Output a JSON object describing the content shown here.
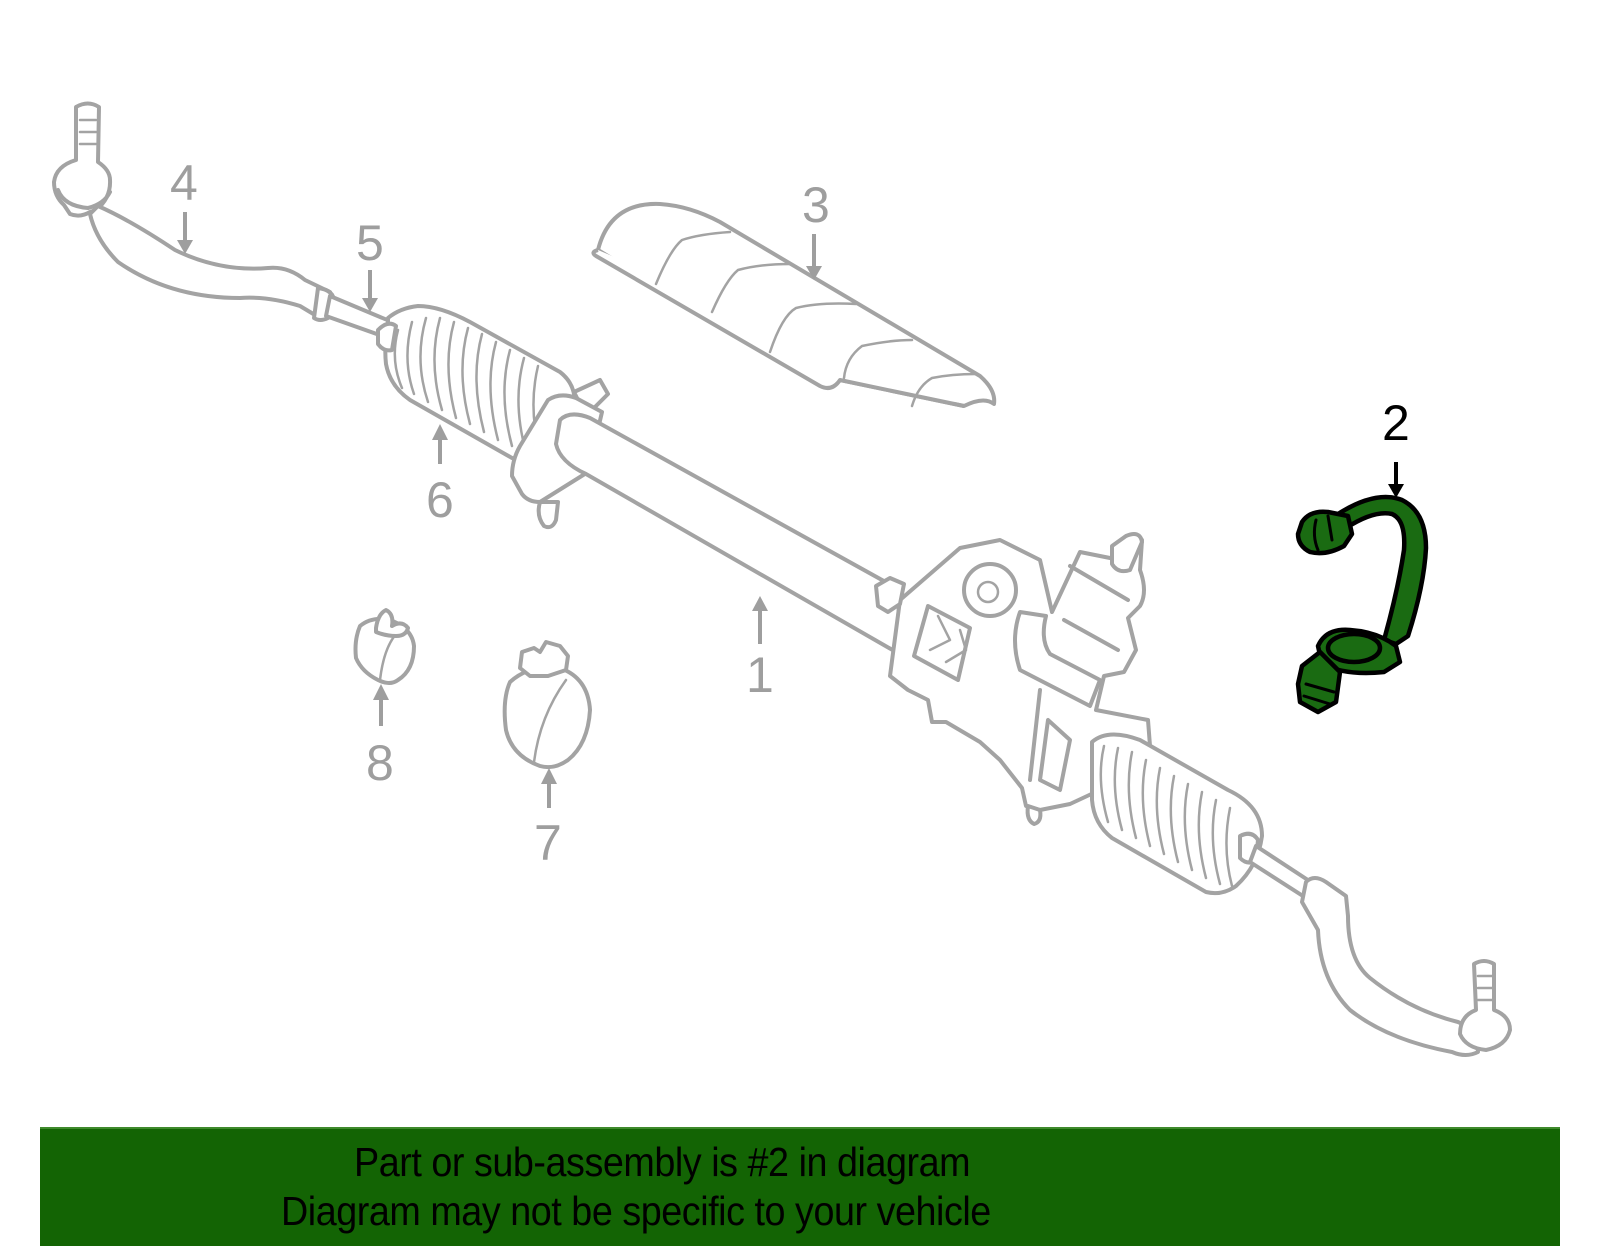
{
  "diagram": {
    "title": "Steering gear (rack & pinion) exploded parts diagram",
    "highlighted_part": "2",
    "colors": {
      "line_art": "#a3a3a3",
      "callout_text": "#9e9e9e",
      "highlight_fill": "#1a6b12",
      "highlight_outline": "#000000",
      "banner_bg": "#136404",
      "banner_text": "#000000"
    },
    "callouts": [
      {
        "id": "1",
        "label": "1",
        "part": "steering-gear-assembly"
      },
      {
        "id": "2",
        "label": "2",
        "part": "sensor-wire-connector",
        "highlighted": true
      },
      {
        "id": "3",
        "label": "3",
        "part": "heat-shield"
      },
      {
        "id": "4",
        "label": "4",
        "part": "outer-tie-rod-end"
      },
      {
        "id": "5",
        "label": "5",
        "part": "inner-tie-rod"
      },
      {
        "id": "6",
        "label": "6",
        "part": "boot-left"
      },
      {
        "id": "7",
        "label": "7",
        "part": "large-boot-clamp"
      },
      {
        "id": "8",
        "label": "8",
        "part": "small-boot-clamp"
      }
    ]
  },
  "banner": {
    "line1": "Part or sub-assembly is #2 in diagram",
    "line2": "Diagram may not be specific to your vehicle"
  }
}
